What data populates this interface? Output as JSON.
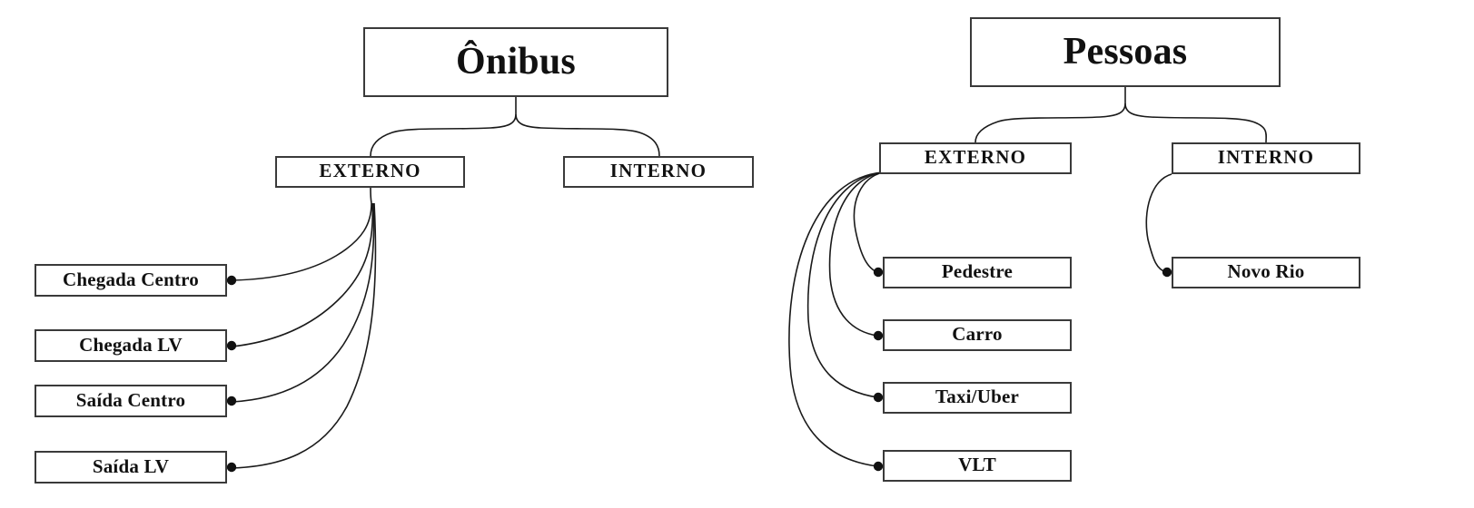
{
  "diagram": {
    "type": "two-tree-hierarchy-diagram",
    "background_color": "#ffffff",
    "line_color": "#1a1a1a",
    "box_border_color": "#3a3a3a",
    "text_color": "#111111",
    "trees": [
      {
        "id": "onibus",
        "root": "Ônibus",
        "branches": [
          {
            "id": "onibus-externo",
            "label": "EXTERNO",
            "children": [
              "Chegada Centro",
              "Chegada LV",
              "Saída Centro",
              "Saída LV"
            ]
          },
          {
            "id": "onibus-interno",
            "label": "INTERNO",
            "children": []
          }
        ]
      },
      {
        "id": "pessoas",
        "root": "Pessoas",
        "branches": [
          {
            "id": "pessoas-externo",
            "label": "EXTERNO",
            "children": [
              "Pedestre",
              "Carro",
              "Taxi/Uber",
              "VLT"
            ]
          },
          {
            "id": "pessoas-interno",
            "label": "INTERNO",
            "children": [
              "Novo Rio"
            ]
          }
        ]
      }
    ]
  },
  "nodes": {
    "onibus_root": "Ônibus",
    "onibus_externo": "EXTERNO",
    "onibus_interno": "INTERNO",
    "onibus_leaf_1": "Chegada Centro",
    "onibus_leaf_2": "Chegada LV",
    "onibus_leaf_3": "Saída Centro",
    "onibus_leaf_4": "Saída LV",
    "pessoas_root": "Pessoas",
    "pessoas_externo": "EXTERNO",
    "pessoas_interno": "INTERNO",
    "pessoas_leaf_1": "Pedestre",
    "pessoas_leaf_2": "Carro",
    "pessoas_leaf_3": "Taxi/Uber",
    "pessoas_leaf_4": "VLT",
    "pessoas_leaf_5": "Novo Rio"
  }
}
